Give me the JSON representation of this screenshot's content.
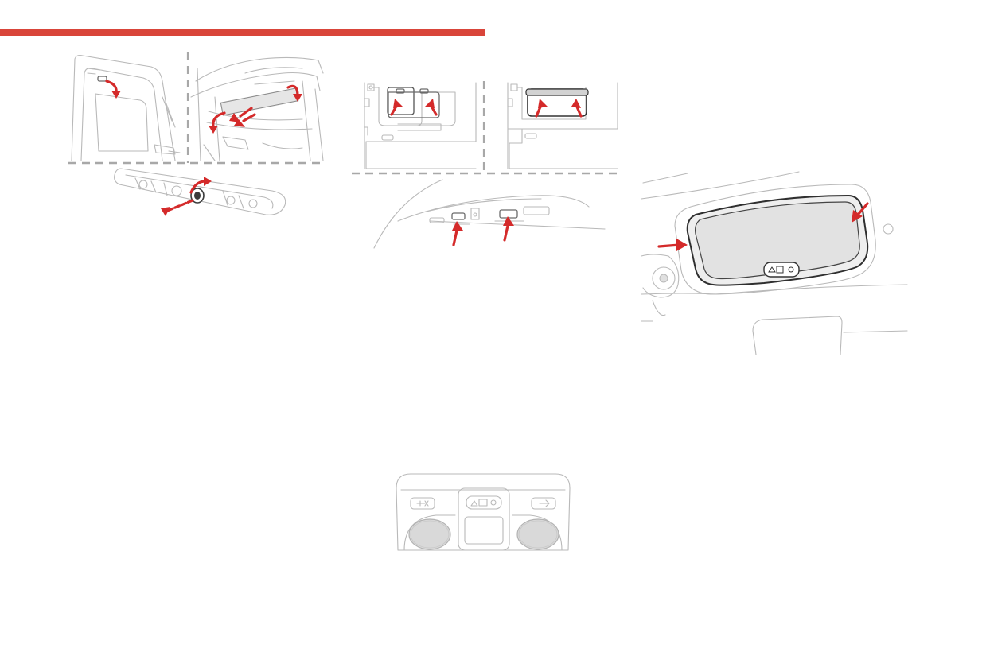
{
  "page": {
    "accent_color": "#d9453a",
    "line_color": "#b9b9b9",
    "arrow_color": "#d42a2a"
  },
  "figures": {
    "tailgate_removal": {
      "icon": "tailgate-lamp-removal-illustration"
    },
    "front_lamp_removal": {
      "icon": "front-roof-lamp-removal-illustration"
    },
    "rear_lamp_installed": {
      "icon": "rear-roof-lamp-illustration"
    },
    "lamp_console": {
      "icon": "roof-lamp-console-illustration"
    }
  }
}
